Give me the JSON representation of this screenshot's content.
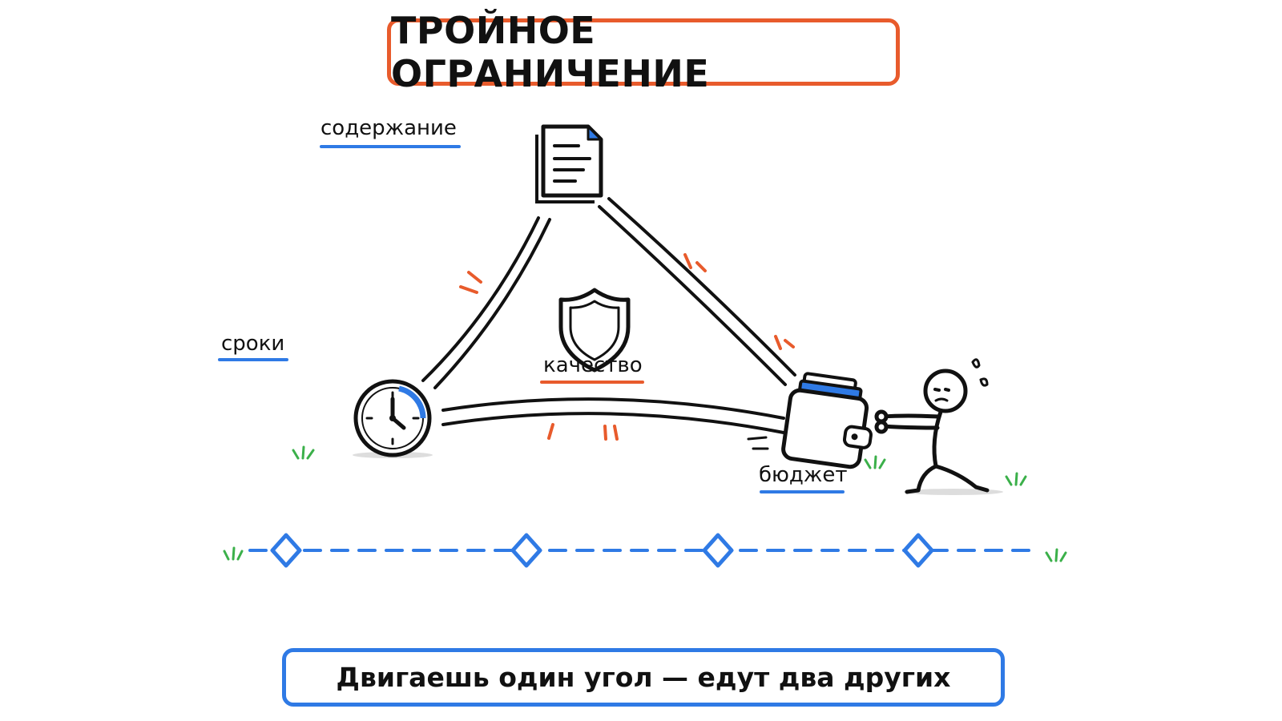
{
  "title": "ТРОЙНОЕ ОГРАНИЧЕНИЕ",
  "labels": {
    "scope": "содержание",
    "time": "сроки",
    "quality": "качество",
    "budget": "бюджет"
  },
  "caption": "Двигаешь один угол — едут два других",
  "icons": {
    "top": "document-icon",
    "left": "clock-icon",
    "center": "shield-icon",
    "right": "wallet-icon",
    "figure": "stick-figure-pulling"
  },
  "colors": {
    "title_border": "#e85b2c",
    "caption_border": "#2f7ae5",
    "underline_blue": "#2f7ae5",
    "underline_orange": "#e85b2c",
    "grass": "#3bb04a"
  }
}
